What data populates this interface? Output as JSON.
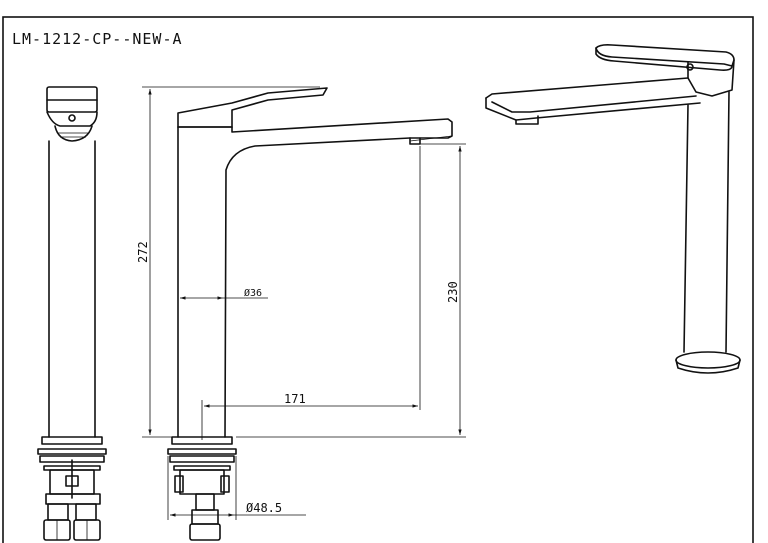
{
  "drawing": {
    "title": "LM-1212-CP--NEW-A",
    "colors": {
      "line": "#111111",
      "background": "#ffffff"
    },
    "dimensions": {
      "total_height": "272",
      "spout_height": "230",
      "spout_reach": "171",
      "body_diameter": "Ø36",
      "base_diameter": "Ø48.5"
    }
  }
}
